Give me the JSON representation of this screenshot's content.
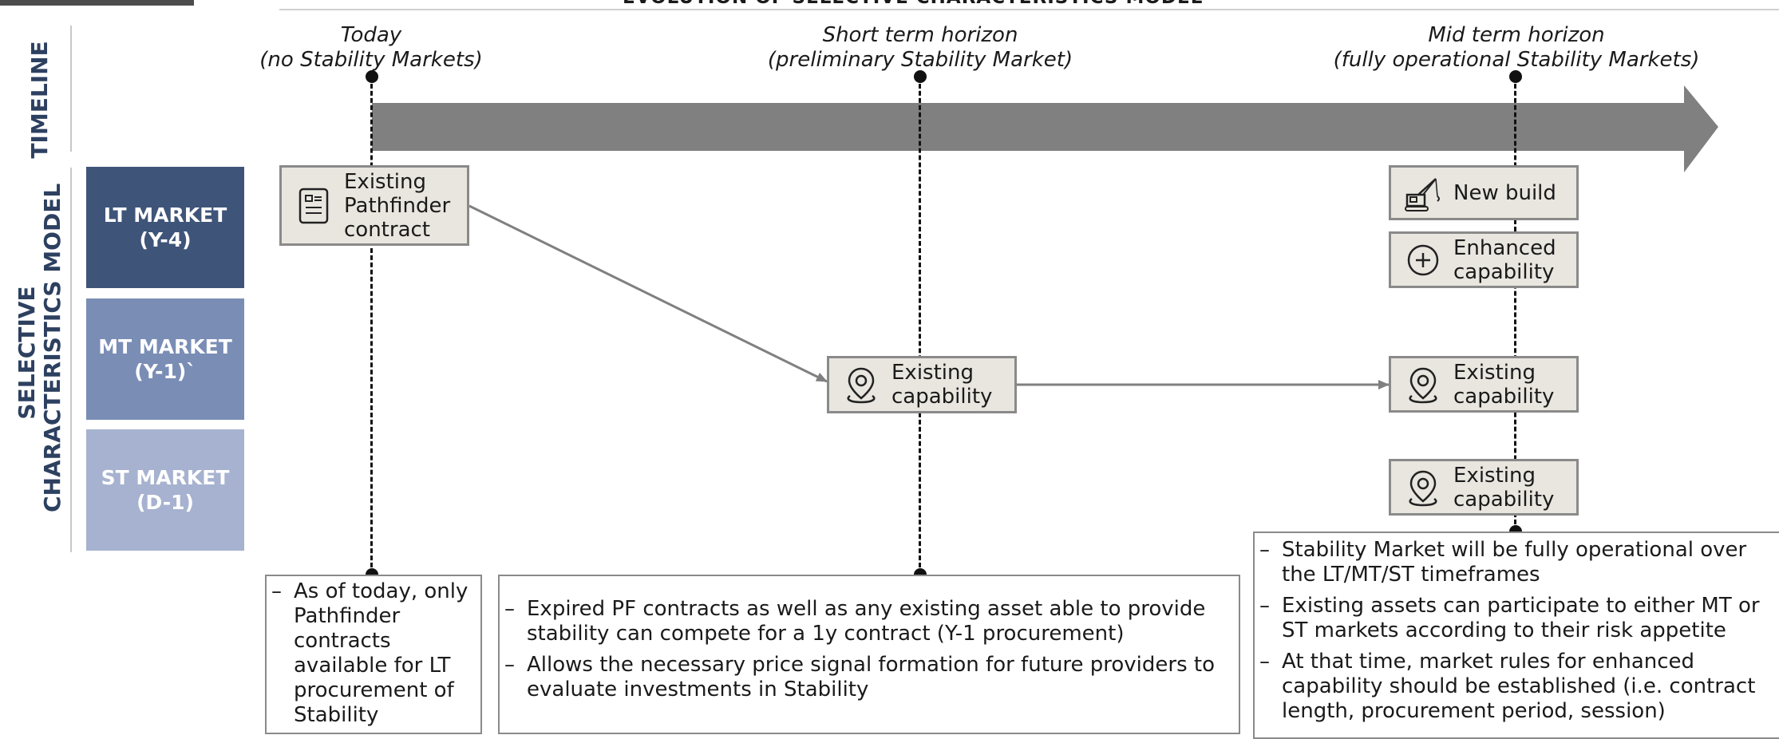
{
  "header": {
    "title": "EVOLUTION OF SELECTIVE CHARACTERISTICS MODEL"
  },
  "side_labels": {
    "timeline": "TIMELINE",
    "model_line1": "SELECTIVE",
    "model_line2": "CHARACTERISTICS MODEL"
  },
  "markets": [
    {
      "line1": "LT MARKET",
      "line2": "(Y-4)",
      "color": "#3f5479"
    },
    {
      "line1": "MT MARKET",
      "line2": "(Y-1)`",
      "color": "#7a8db5"
    },
    {
      "line1": "ST MARKET",
      "line2": "(D-1)",
      "color": "#a6b2cf"
    }
  ],
  "milestones": [
    {
      "line1": "Today",
      "line2": "(no Stability Markets)"
    },
    {
      "line1": "Short term horizon",
      "line2": "(preliminary Stability Market)"
    },
    {
      "line1": "Mid term horizon",
      "line2": "(fully operational Stability Markets)"
    }
  ],
  "nodes": {
    "pathfinder": {
      "lines": [
        "Existing",
        "Pathfinder",
        "contract"
      ],
      "icon": "contract-document-icon"
    },
    "short_existing": {
      "lines": [
        "Existing",
        "capability"
      ],
      "icon": "location-pin-icon"
    },
    "new_build": {
      "lines": [
        "New build"
      ],
      "icon": "construction-crane-icon"
    },
    "enhanced": {
      "lines": [
        "Enhanced",
        "capability"
      ],
      "icon": "plus-circle-icon"
    },
    "mid_existing_mt": {
      "lines": [
        "Existing",
        "capability"
      ],
      "icon": "location-pin-icon"
    },
    "mid_existing_st": {
      "lines": [
        "Existing",
        "capability"
      ],
      "icon": "location-pin-icon"
    }
  },
  "descriptions": {
    "today": [
      "As of today, only Pathfinder contracts available for LT procurement of Stability"
    ],
    "short": [
      "Expired PF contracts as well as any existing asset able to provide stability can compete for a 1y contract (Y-1 procurement)",
      "Allows the necessary price signal formation for future providers to evaluate investments in Stability"
    ],
    "mid": [
      "Stability Market will be fully operational over the LT/MT/ST timeframes",
      "Existing assets can participate to either MT or ST markets according to their risk appetite",
      "At that time, market rules for enhanced capability should be established (i.e. contract length, procurement period, session)"
    ]
  },
  "colors": {
    "timeline_arrow": "#808080",
    "node_fill": "#e9e6df",
    "node_border": "#8a8a8a",
    "label_text": "#2d4060"
  }
}
